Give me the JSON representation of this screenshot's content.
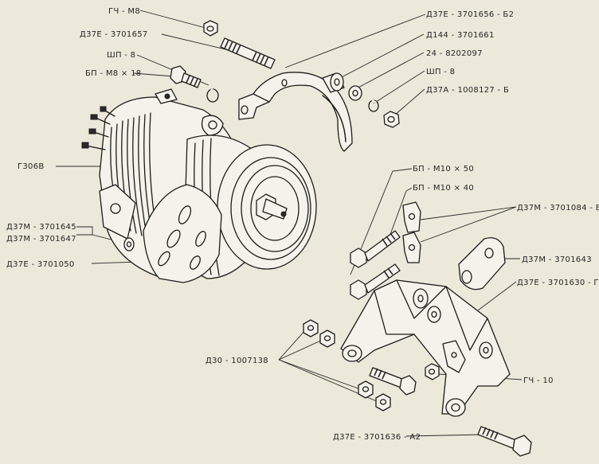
{
  "labels": {
    "gch_m8": "ГЧ - М8",
    "d37e_3701657": "Д37Е - 3701657",
    "shp_8_left": "ШП - 8",
    "bp_m8x18": "БП - М8 × 18",
    "g306v": "Г306В",
    "d37m_3701645": "Д37М - 3701645",
    "d37m_3701647": "Д37М - 3701647",
    "d37e_3701050": "Д37Е - 3701050",
    "d37e_3701656_b2": "Д37Е - 3701656 - Б2",
    "d144_3701661": "Д144 - 3701661",
    "n24_8202097": "24 - 8202097",
    "shp_8_right": "ШП - 8",
    "d37a_1008127_b": "Д37А - 1008127 - Б",
    "bp_m10x50": "БП - М10 × 50",
    "bp_m10x40": "БП - М10 × 40",
    "d37m_3701084_b": "Д37М - 3701084 - Б",
    "d37m_3701643": "Д37М - 3701643",
    "d37e_3701630_g": "Д37Е - 3701630 - Г",
    "d30_1007138": "Д30 - 1007138",
    "gch_10": "ГЧ - 10",
    "d37e_3701636_a2": "Д37Е - 3701636 - А2"
  }
}
